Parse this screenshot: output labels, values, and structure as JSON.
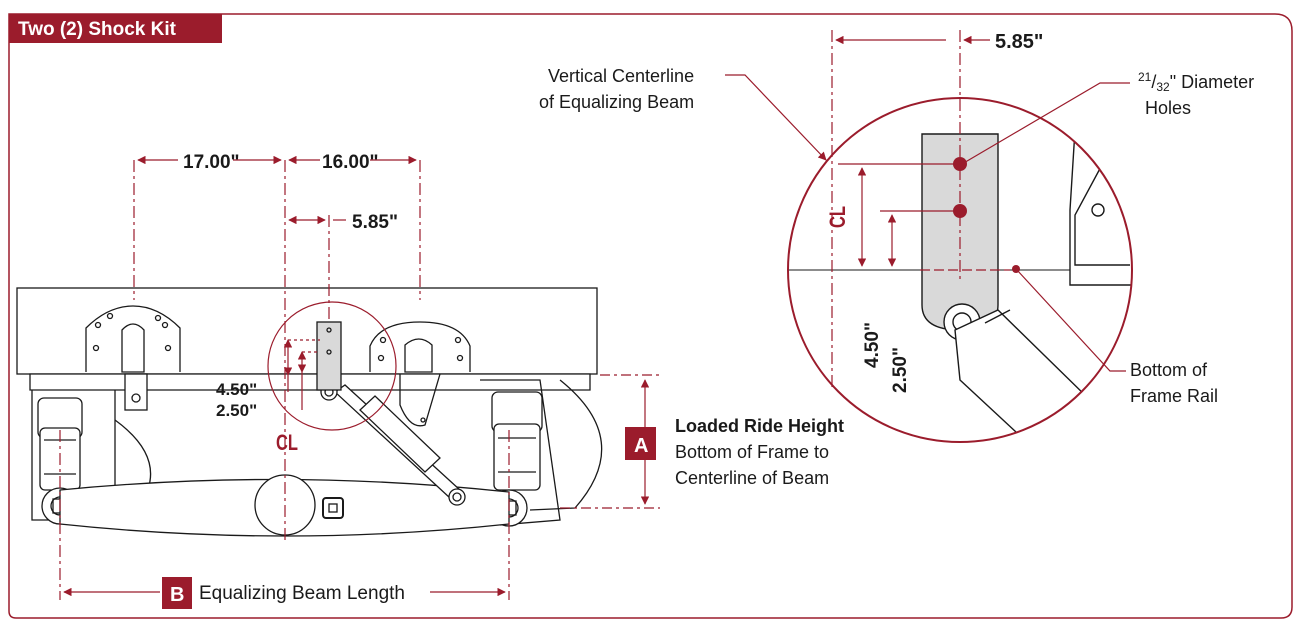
{
  "title": "Two (2) Shock Kit",
  "colors": {
    "accent": "#9b1c2c",
    "line": "#1a1a1a",
    "panel": "#d9d9d9"
  },
  "dimensions": {
    "d17": "17.00\"",
    "d16": "16.00\"",
    "d585": "5.85\"",
    "d450": "4.50\"",
    "d250": "2.50\""
  },
  "detail": {
    "d585": "5.85\"",
    "d450": "4.50\"",
    "d250": "2.50\"",
    "vcl_line1": "Vertical Centerline",
    "vcl_line2": "of Equalizing Beam",
    "holes_num": "21",
    "holes_den": "32",
    "holes_rest": "\" Diameter",
    "holes_line2": "Holes",
    "bottom_line1": "Bottom of",
    "bottom_line2": "Frame Rail"
  },
  "centerline_symbol": "CL",
  "loaded": {
    "badge": "A",
    "title": "Loaded Ride Height",
    "line2": "Bottom of Frame to",
    "line3": "Centerline of Beam"
  },
  "beam": {
    "badge": "B",
    "label": "Equalizing Beam Length"
  }
}
